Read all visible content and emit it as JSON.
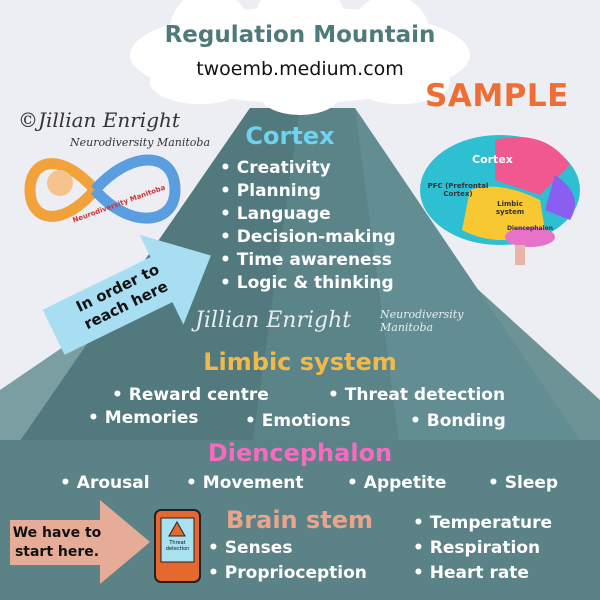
{
  "header": {
    "title": "Regulation Mountain",
    "url": "twoemb.medium.com",
    "stamp": "SAMPLE"
  },
  "credit": {
    "author": "©Jillian Enright",
    "org": "Neurodiversity Manitoba",
    "logo_text": "Neurodiversity Manitoba"
  },
  "watermark": {
    "author": "Jillian Enright",
    "org": "Neurodiversity Manitoba"
  },
  "brain": {
    "labels": [
      "Cortex",
      "PFC (Prefrontal Cortex)",
      "Limbic system",
      "Diencephalon"
    ]
  },
  "cortex": {
    "title": "Cortex",
    "items": [
      "Creativity",
      "Planning",
      "Language",
      "Decision-making",
      "Time awareness",
      "Logic & thinking"
    ]
  },
  "limbic": {
    "title": "Limbic system",
    "items": [
      "Reward centre",
      "Threat detection",
      "Memories",
      "Emotions",
      "Bonding"
    ]
  },
  "diencephalon": {
    "title": "Diencephalon",
    "items": [
      "Arousal",
      "Movement",
      "Appetite",
      "Sleep"
    ]
  },
  "brainstem": {
    "title": "Brain stem",
    "items": [
      "Senses",
      "Proprioception",
      "Temperature",
      "Respiration",
      "Heart rate"
    ]
  },
  "arrows": {
    "top": "In order to reach here",
    "bottom": "We have to start here."
  },
  "phone": {
    "label": "Threat detection"
  },
  "colors": {
    "cortex": "#6fd2ef",
    "limbic": "#f2b948",
    "diencephalon": "#f46bbf",
    "brainstem": "#eaa48c",
    "mountain": "#5d878c",
    "stamp": "#ee6f35"
  }
}
